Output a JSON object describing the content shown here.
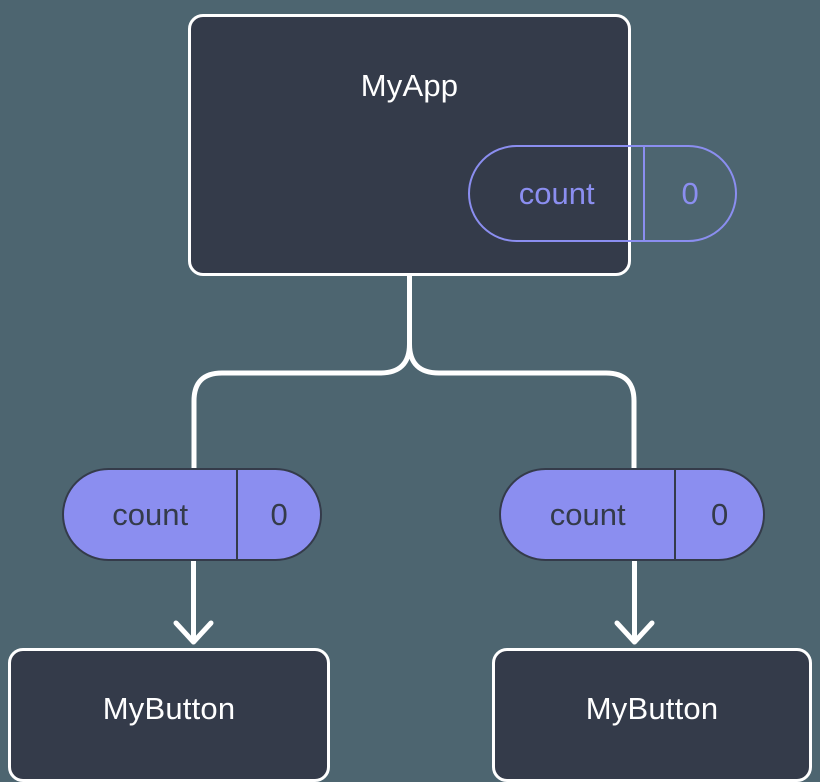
{
  "diagram": {
    "title_hidden": "",
    "background_color": "#4d6570",
    "node_fill": "#343b4a",
    "node_stroke": "#ffffff",
    "accent_color": "#8b8ef0",
    "wire_color": "#ffffff"
  },
  "root": {
    "component_name": "MyApp",
    "state": {
      "key": "count",
      "value": "0"
    }
  },
  "props": [
    {
      "key": "count",
      "value": "0"
    },
    {
      "key": "count",
      "value": "0"
    }
  ],
  "children": [
    {
      "component_name": "MyButton"
    },
    {
      "component_name": "MyButton"
    }
  ]
}
